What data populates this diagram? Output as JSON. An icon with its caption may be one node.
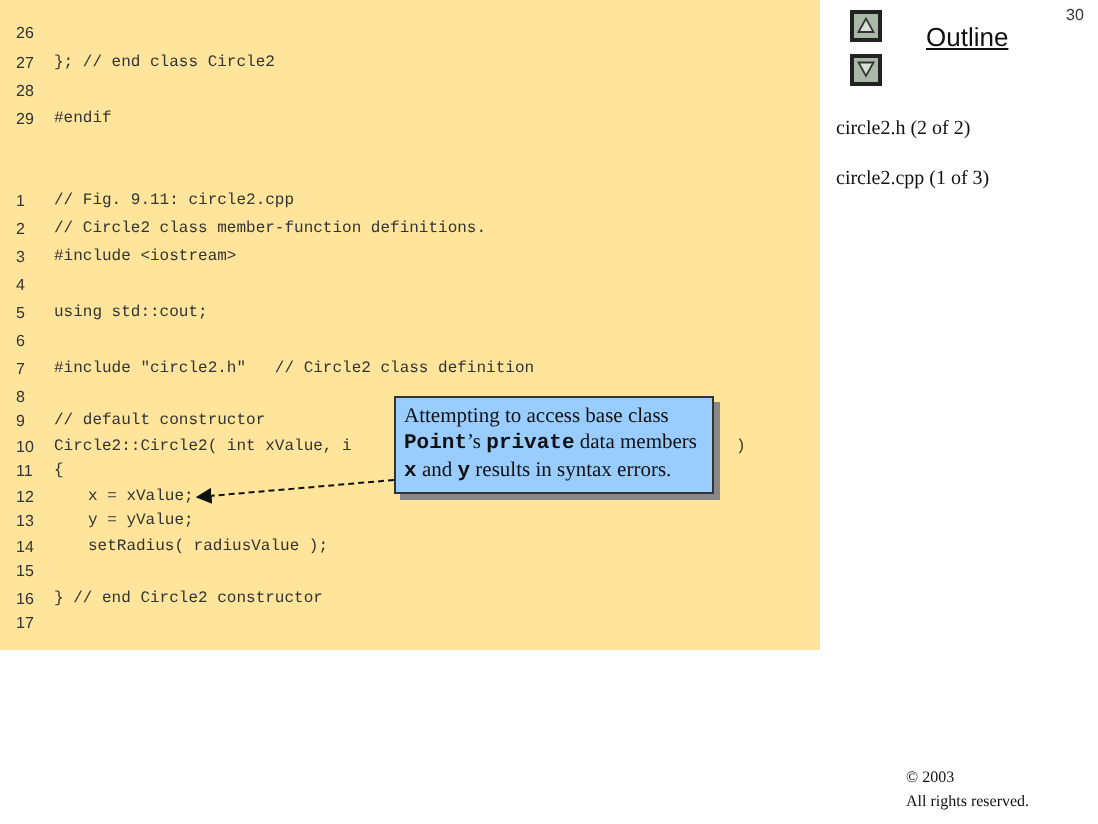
{
  "diagram": {
    "nodes": [
      {
        "text": [
          "Attempting to access base class **Point**’s **private** data members **x** and **y** results in syntax errors."
        ]
      },
      {
        "text": [
          "x = xValue;"
        ]
      }
    ],
    "edges": [
      {
        "from": 0,
        "to": 1,
        "arrow": "to",
        "style": "dashed"
      }
    ],
    "labels": [
      "26",
      "27",
      "}; // end class Circle2",
      "28",
      "29",
      "#endif",
      "1",
      "// Fig. 9.11: circle2.cpp",
      "2",
      "// Circle2 class member-function definitions.",
      "3",
      "#include <iostream>",
      "4",
      "5",
      "using std::cout;",
      "6",
      "7",
      "#include \"circle2.h\"   // Circle2 class definition",
      "8",
      "9",
      "// default constructor",
      "10",
      "Circle2::Circle2( int xValue, i",
      ")",
      "11",
      "{",
      "12",
      "13",
      "y = yValue;",
      "14",
      "setRadius( radiusValue );",
      "15",
      "16",
      "} // end Circle2 constructor",
      "17",
      "30",
      "Outline",
      "circle2.h (2 of 2)",
      "circle2.cpp (1 of 3)",
      "© 2003",
      "All rights reserved."
    ]
  }
}
